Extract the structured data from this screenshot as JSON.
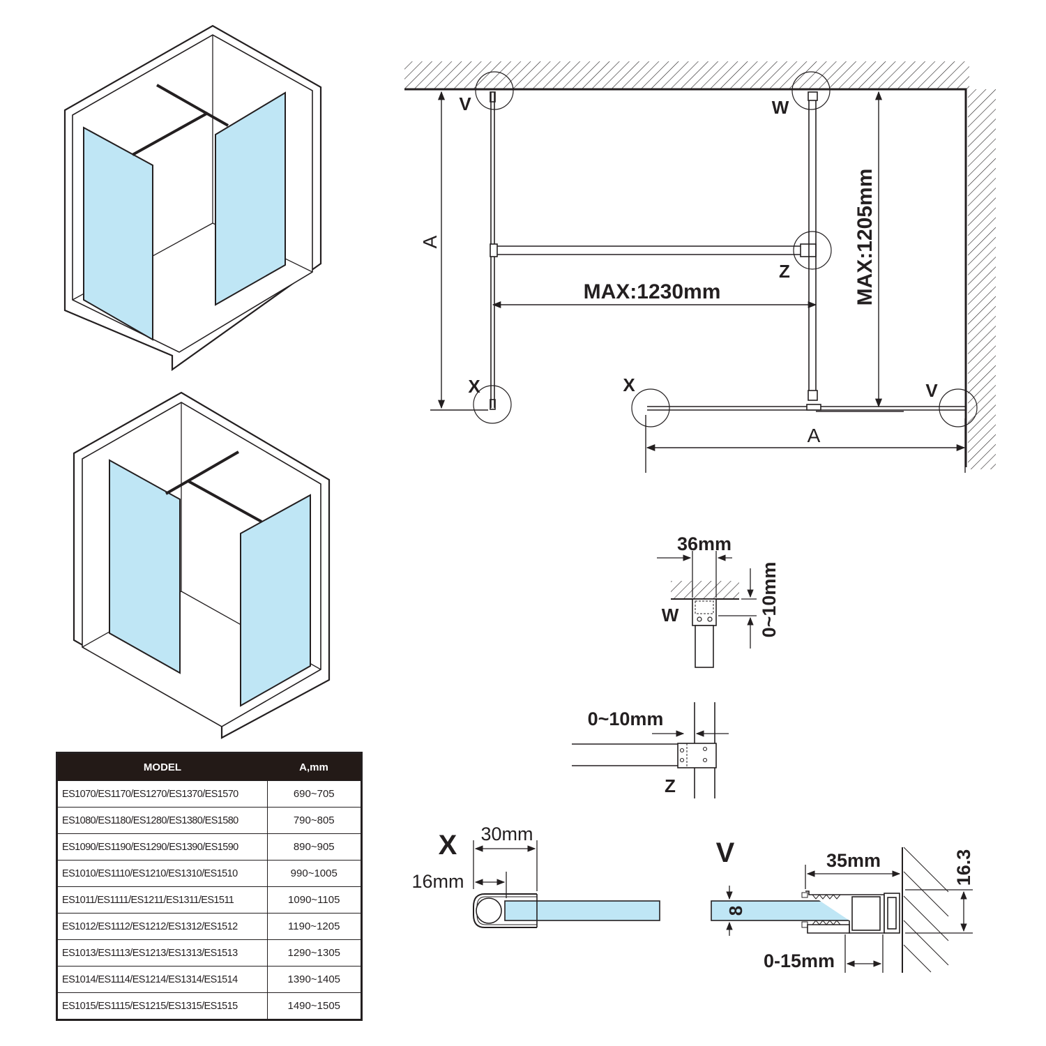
{
  "plan": {
    "max_width": "MAX:1230mm",
    "max_depth": "MAX:1205mm",
    "dim_a": "A",
    "point_v": "V",
    "point_w": "W",
    "point_x": "X",
    "point_z": "Z"
  },
  "detail_w": {
    "label": "W",
    "width": "36mm",
    "gap": "0~10mm"
  },
  "detail_z": {
    "label": "Z",
    "gap": "0~10mm"
  },
  "detail_x": {
    "label": "X",
    "width": "30mm",
    "offset": "16mm"
  },
  "detail_v": {
    "label": "V",
    "width": "35mm",
    "height": "16.3",
    "glass": "8",
    "adjust": "0-15mm"
  },
  "colors": {
    "glass": "#bfe6f5",
    "ink": "#231f20",
    "header": "#231a17"
  },
  "table": {
    "headers": [
      "MODEL",
      "A,mm"
    ],
    "rows": [
      {
        "model": "ES1070/ES1170/ES1270/ES1370/ES1570",
        "range": "690~705"
      },
      {
        "model": "ES1080/ES1180/ES1280/ES1380/ES1580",
        "range": "790~805"
      },
      {
        "model": "ES1090/ES1190/ES1290/ES1390/ES1590",
        "range": "890~905"
      },
      {
        "model": "ES1010/ES1110/ES1210/ES1310/ES1510",
        "range": "990~1005"
      },
      {
        "model": "ES1011/ES1111/ES1211/ES1311/ES1511",
        "range": "1090~1105"
      },
      {
        "model": "ES1012/ES1112/ES1212/ES1312/ES1512",
        "range": "1190~1205"
      },
      {
        "model": "ES1013/ES1113/ES1213/ES1313/ES1513",
        "range": "1290~1305"
      },
      {
        "model": "ES1014/ES1114/ES1214/ES1314/ES1514",
        "range": "1390~1405"
      },
      {
        "model": "ES1015/ES1115/ES1215/ES1315/ES1515",
        "range": "1490~1505"
      }
    ]
  }
}
